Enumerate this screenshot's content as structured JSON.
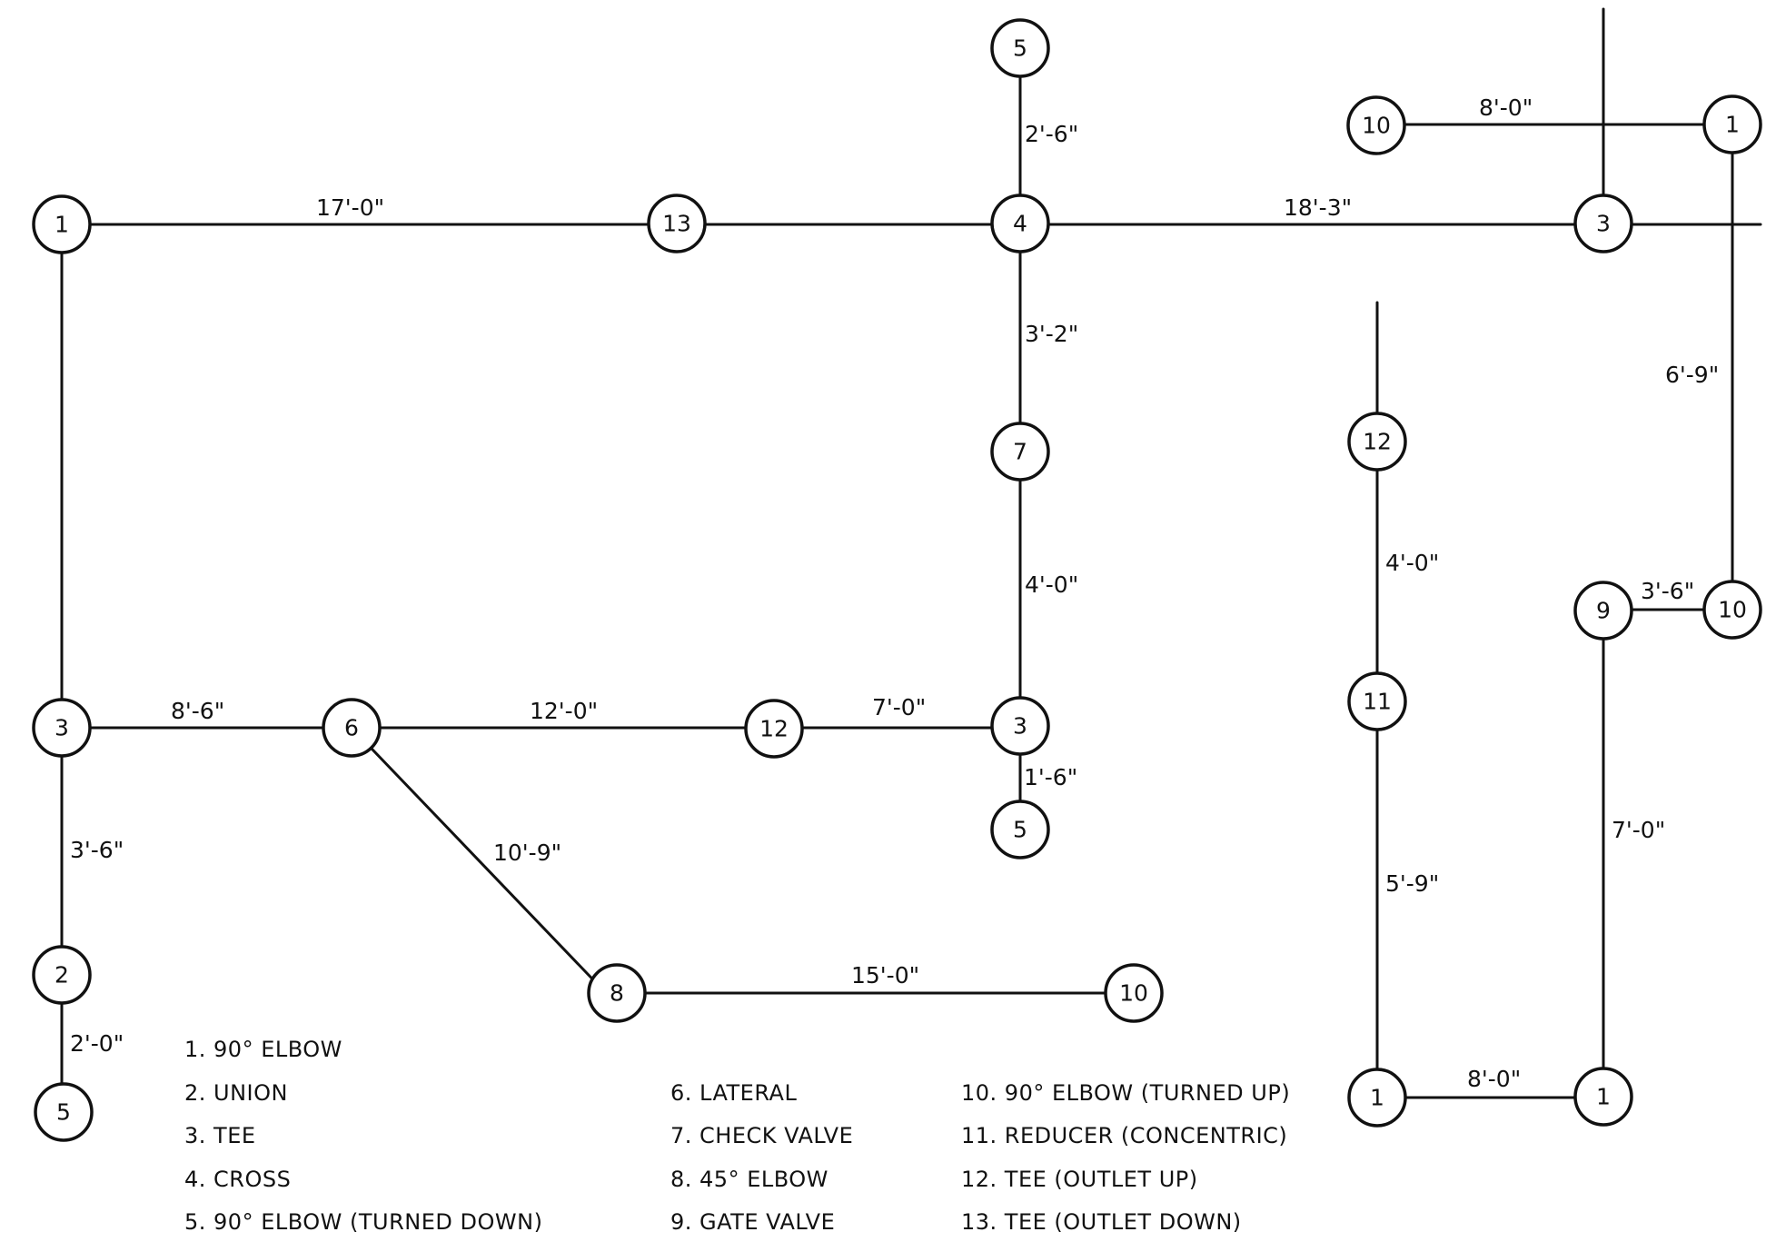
{
  "nodes": [
    {
      "id": "n1a",
      "label": "1"
    },
    {
      "id": "n13",
      "label": "13"
    },
    {
      "id": "n4",
      "label": "4"
    },
    {
      "id": "n5top",
      "label": "5"
    },
    {
      "id": "n7",
      "label": "7"
    },
    {
      "id": "n3mid",
      "label": "3"
    },
    {
      "id": "n5mid",
      "label": "5"
    },
    {
      "id": "n12mid",
      "label": "12"
    },
    {
      "id": "n6",
      "label": "6"
    },
    {
      "id": "n3left",
      "label": "3"
    },
    {
      "id": "n2",
      "label": "2"
    },
    {
      "id": "n5left",
      "label": "5"
    },
    {
      "id": "n8",
      "label": "8"
    },
    {
      "id": "n10mid",
      "label": "10"
    },
    {
      "id": "n3right",
      "label": "3"
    },
    {
      "id": "n10top",
      "label": "10"
    },
    {
      "id": "n1topright",
      "label": "1"
    },
    {
      "id": "n12right",
      "label": "12"
    },
    {
      "id": "n11",
      "label": "11"
    },
    {
      "id": "n1botleft",
      "label": "1"
    },
    {
      "id": "n1botright",
      "label": "1"
    },
    {
      "id": "n9",
      "label": "9"
    },
    {
      "id": "n10right",
      "label": "10"
    }
  ],
  "dimensions": [
    {
      "id": "d1",
      "text": "17'-0\""
    },
    {
      "id": "d2",
      "text": "2'-6\""
    },
    {
      "id": "d3",
      "text": "18'-3\""
    },
    {
      "id": "d4",
      "text": "8'-0\""
    },
    {
      "id": "d5",
      "text": "3'-2\""
    },
    {
      "id": "d6",
      "text": "6'-9\""
    },
    {
      "id": "d7",
      "text": "4'-0\""
    },
    {
      "id": "d8",
      "text": "4'-0\""
    },
    {
      "id": "d9",
      "text": "3'-6\""
    },
    {
      "id": "d10",
      "text": "8'-6\""
    },
    {
      "id": "d11",
      "text": "12'-0\""
    },
    {
      "id": "d12",
      "text": "7'-0\""
    },
    {
      "id": "d13",
      "text": "1'-6\""
    },
    {
      "id": "d14",
      "text": "3'-6\""
    },
    {
      "id": "d15",
      "text": "10'-9\""
    },
    {
      "id": "d16",
      "text": "7'-0\""
    },
    {
      "id": "d17",
      "text": "5'-9\""
    },
    {
      "id": "d18",
      "text": "15'-0\""
    },
    {
      "id": "d19",
      "text": "2'-0\""
    },
    {
      "id": "d20",
      "text": "8'-0\""
    }
  ],
  "legend": [
    "1. 90° ELBOW",
    "2. UNION",
    "3. TEE",
    "4. CROSS",
    "5. 90° ELBOW (TURNED DOWN)",
    "6. LATERAL",
    "7. CHECK VALVE",
    "8. 45° ELBOW",
    "9. GATE VALVE",
    "10. 90° ELBOW (TURNED UP)",
    "11. REDUCER (CONCENTRIC)",
    "12. TEE (OUTLET UP)",
    "13. TEE (OUTLET DOWN)"
  ]
}
